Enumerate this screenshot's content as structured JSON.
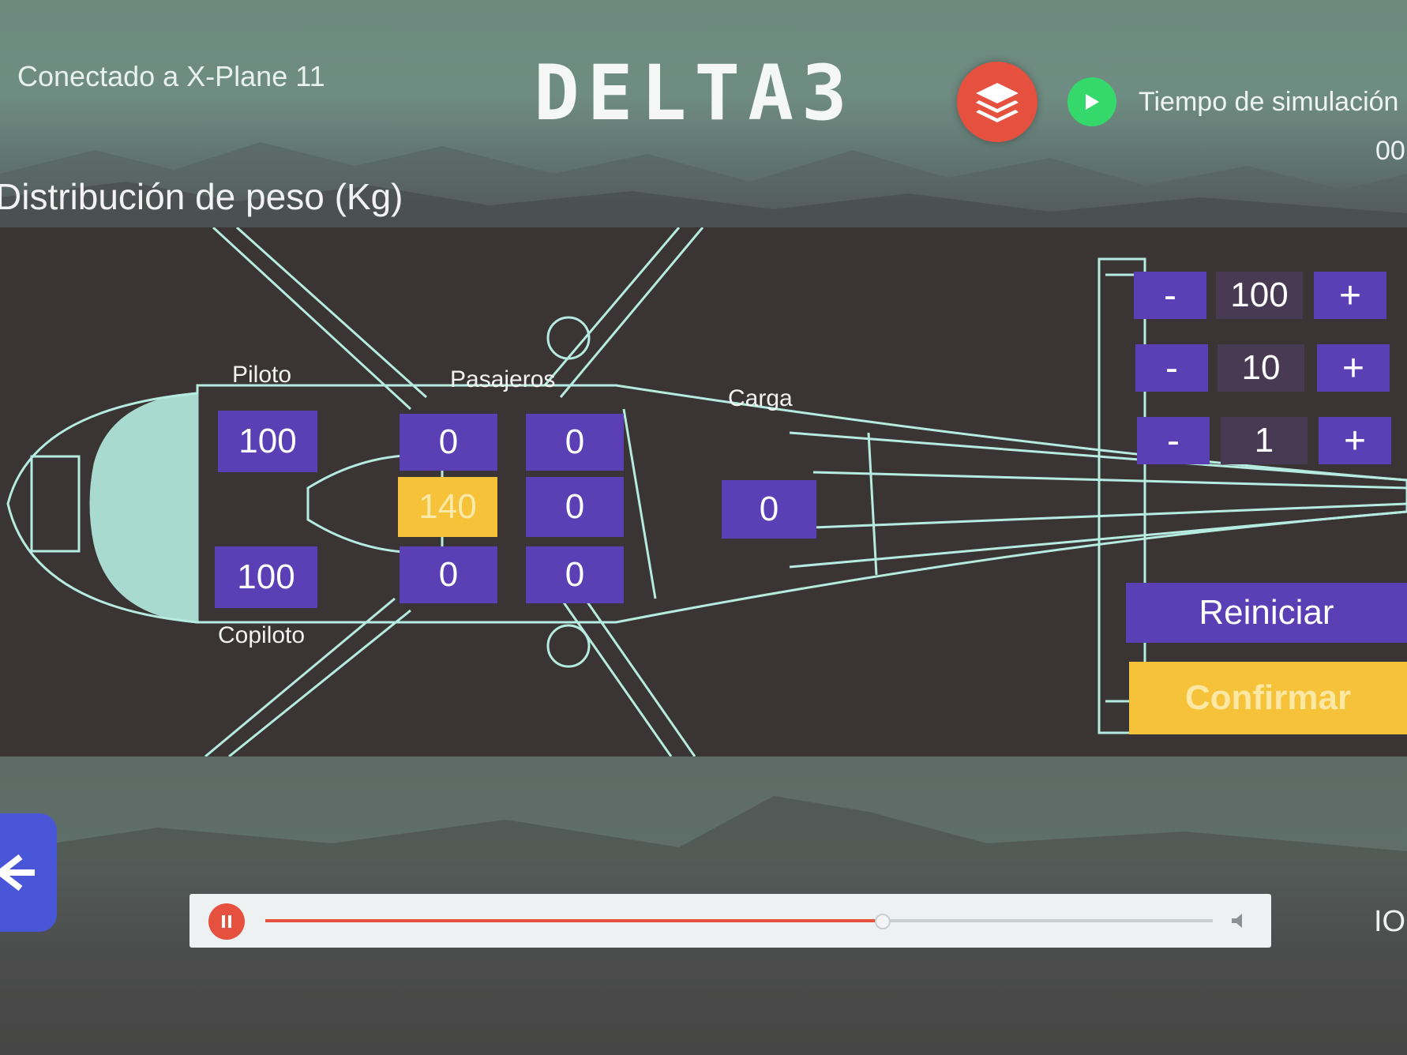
{
  "header": {
    "status": "Conectado a X-Plane 11",
    "logo": "DELTA3",
    "sim_time_label": "Tiempo de simulación",
    "sim_time_value": "00"
  },
  "section_title": "Distribución de peso (Kg)",
  "labels": {
    "pilot": "Piloto",
    "passengers": "Pasajeros",
    "cargo": "Carga",
    "copilot": "Copiloto"
  },
  "seats": {
    "pilot": "100",
    "copilot": "100",
    "passengers": [
      "0",
      "0",
      "140",
      "0",
      "0",
      "0"
    ],
    "cargo": "0"
  },
  "steppers": [
    {
      "minus": "-",
      "value": "100",
      "plus": "+"
    },
    {
      "minus": "-",
      "value": "10",
      "plus": "+"
    },
    {
      "minus": "-",
      "value": "1",
      "plus": "+"
    }
  ],
  "buttons": {
    "reset": "Reiniciar",
    "confirm": "Confirmar"
  },
  "player": {
    "progress": 0.65
  },
  "footer_text": "IO",
  "colors": {
    "accent": "#5b3fb5",
    "selected": "#f5c23a",
    "layers": "#e5503f",
    "play": "#35d86a"
  },
  "icons": {
    "layers": "layers-icon",
    "play": "play-icon",
    "pause": "pause-icon",
    "back": "back-arrow-icon",
    "volume": "volume-icon"
  }
}
